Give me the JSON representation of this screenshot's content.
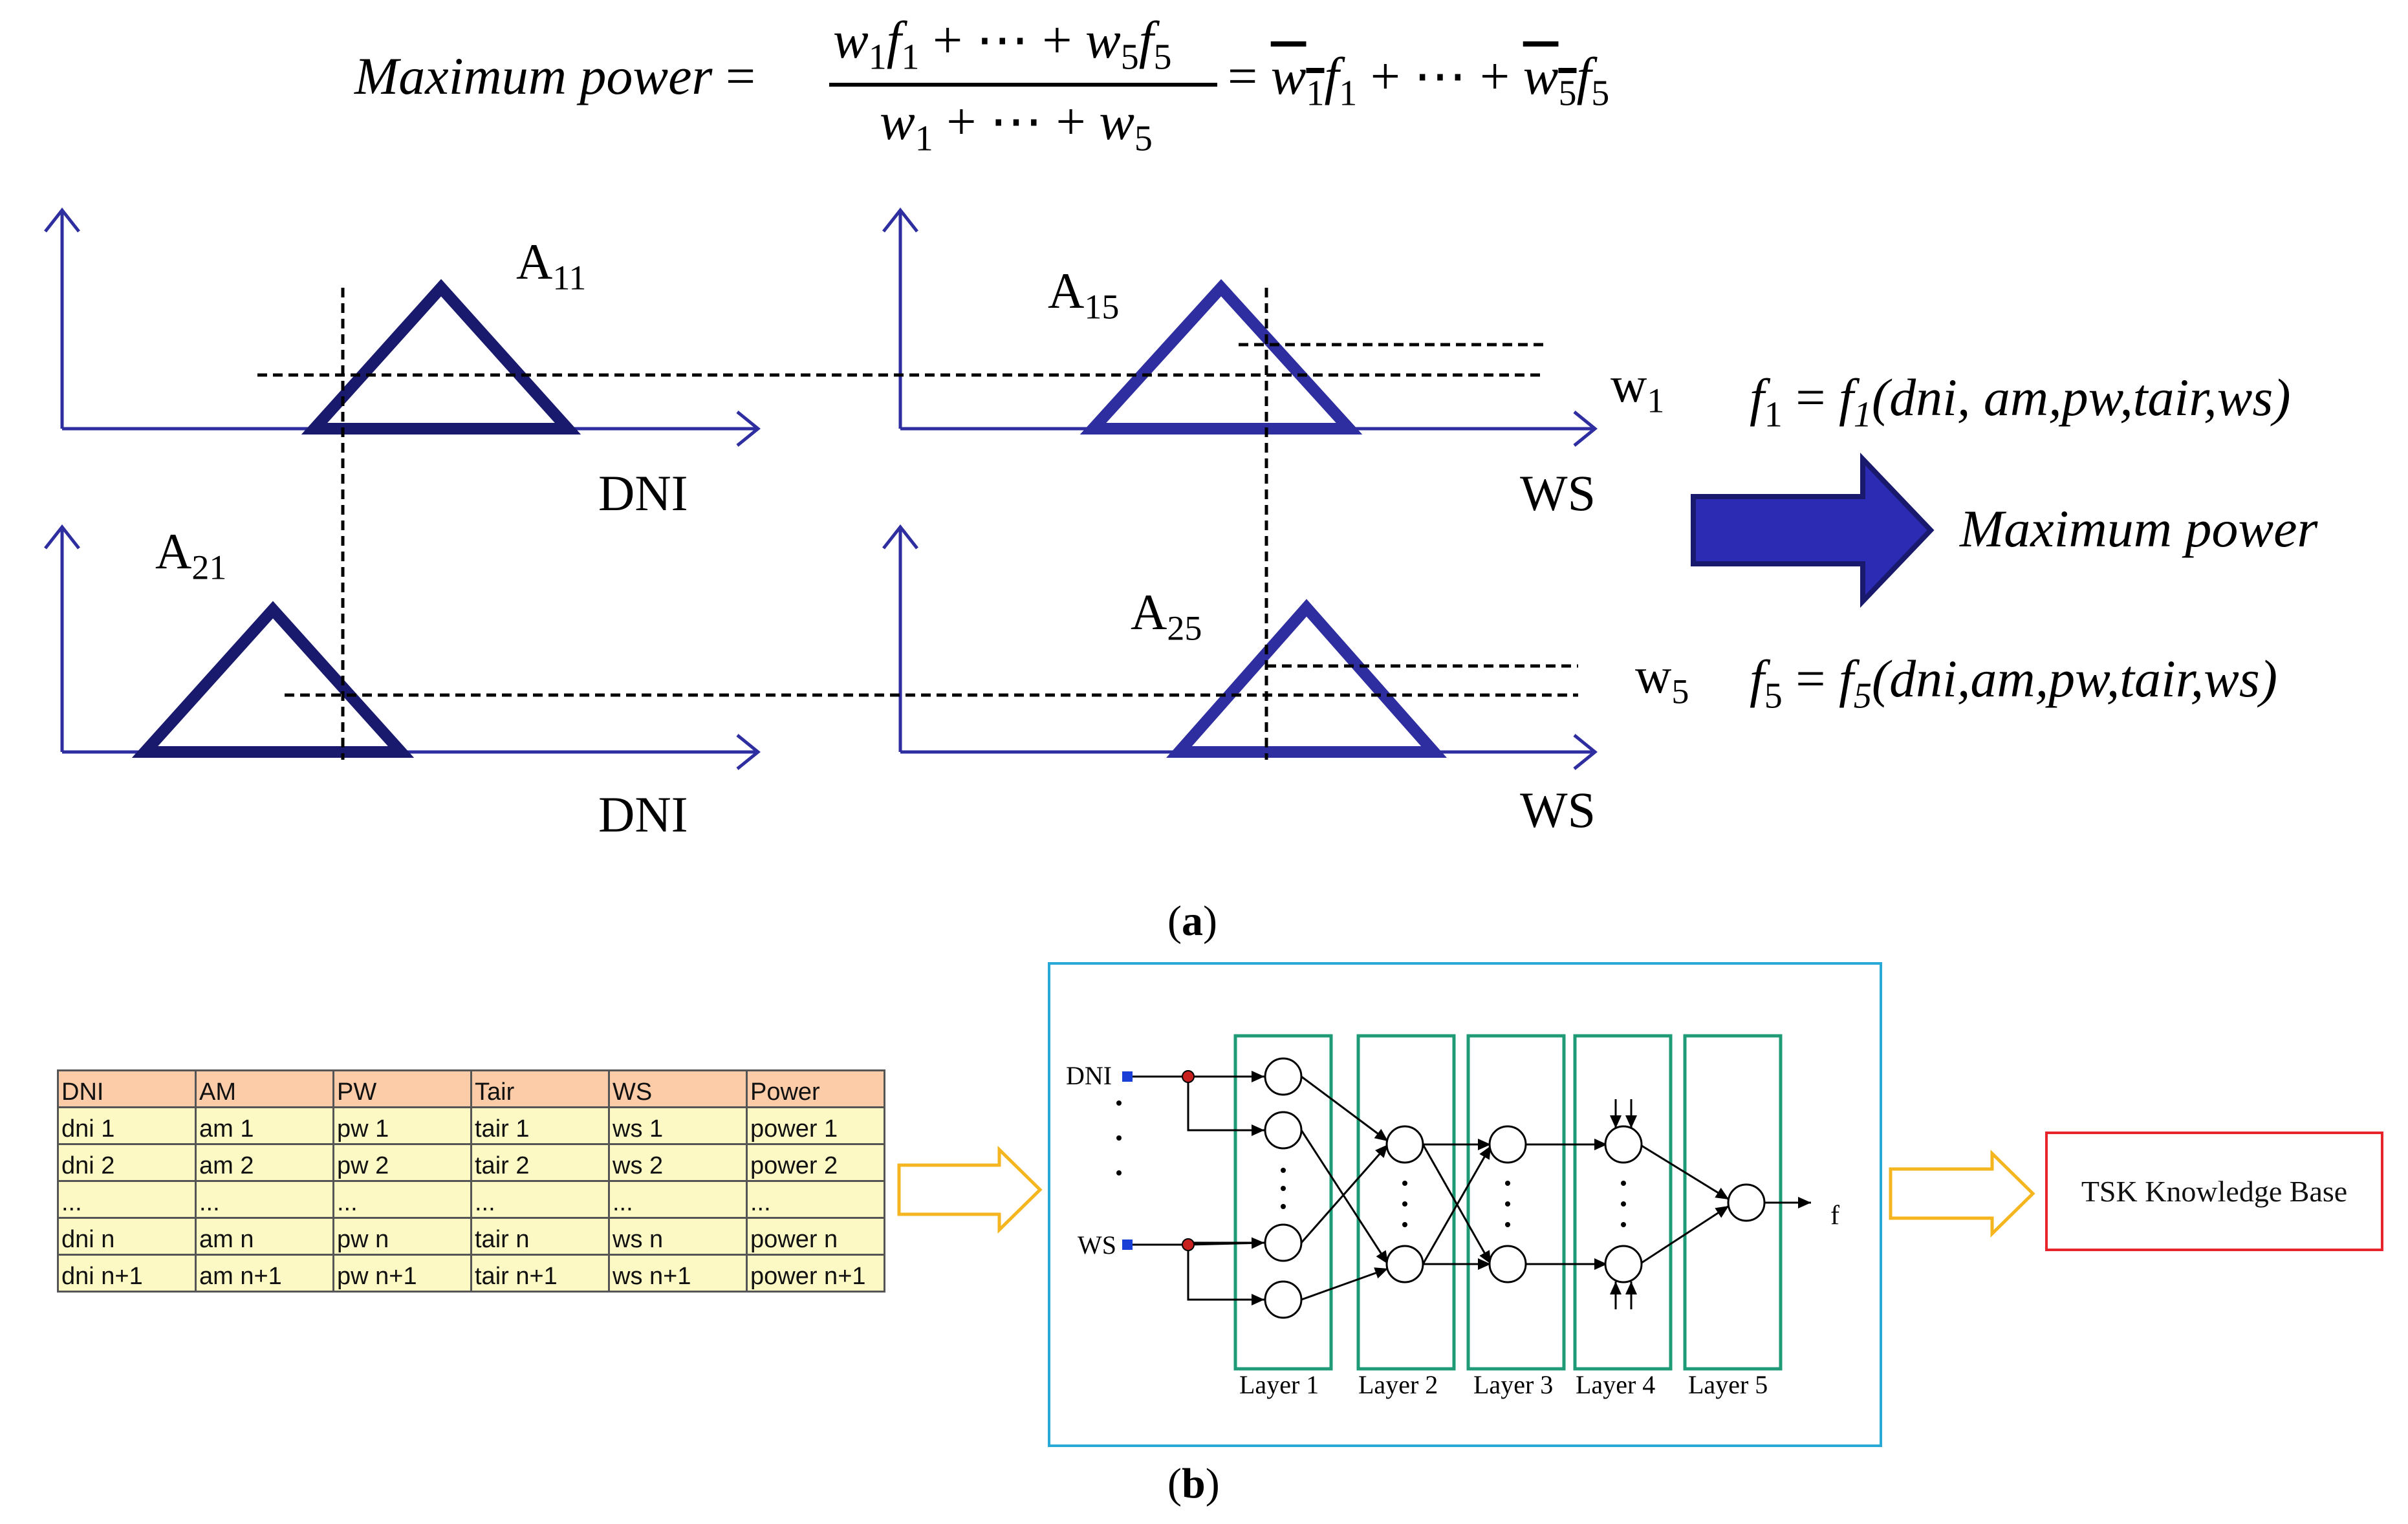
{
  "colors": {
    "fuzzy_dark": "#19196e",
    "fuzzy_mid": "#2e2ea0",
    "arrow_blue": "#2b2bb3",
    "network_green": "#1e9b76",
    "frame_cyan": "#29a9d6",
    "kb_red": "#e8232a",
    "hollow_arrow_yellow": "#f5b51e",
    "table_header": "#fccca8",
    "table_body": "#fdf9c4"
  },
  "formula": {
    "lhs": "Maximum power",
    "eq": "=",
    "num_w1": "w",
    "num_s1": "1",
    "num_f1": "f",
    "num_sf1": "1",
    "num_dots": "+ ⋯ +",
    "num_w5": "w",
    "num_s5": "5",
    "num_f5": "f",
    "num_sf5": "5",
    "den_w1": "w",
    "den_s1": "1",
    "den_dots": "+ ⋯ +",
    "den_w5": "w",
    "den_s5": "5",
    "eq2": "=",
    "rhs_w1": "w",
    "rhs_s1": "1",
    "rhs_f1": "f",
    "rhs_sf1": "1",
    "rhs_dots": "+ ⋯ +",
    "rhs_w5": "w",
    "rhs_s5": "5",
    "rhs_f5": "f",
    "rhs_sf5": "5"
  },
  "panel_a": {
    "caption_open": "(",
    "caption_letter": "a",
    "caption_close": ")",
    "mf_labels": [
      {
        "main": "A",
        "sub": "11"
      },
      {
        "main": "A",
        "sub": "15"
      },
      {
        "main": "A",
        "sub": "21"
      },
      {
        "main": "A",
        "sub": "25"
      }
    ],
    "axis_labels": [
      "DNI",
      "WS",
      "DNI",
      "WS"
    ],
    "weights": [
      {
        "main": "w",
        "sub": "1"
      },
      {
        "main": "w",
        "sub": "5"
      }
    ],
    "rule_outputs": [
      {
        "f": "f",
        "fsub": "1",
        "eq": " = ",
        "g": "f",
        "gsub": "1",
        "args": "(dni, am,pw,tair,ws)"
      },
      {
        "f": "f",
        "fsub": "5",
        "eq": " = ",
        "g": "f",
        "gsub": "5",
        "args": "(dni,am,pw,tair,ws)"
      }
    ],
    "result_label": "Maximum power"
  },
  "panel_b": {
    "caption_open": "(",
    "caption_letter": "b",
    "caption_close": ")",
    "table": {
      "headers": [
        "DNI",
        "AM",
        "PW",
        "Tair",
        "WS",
        "Power"
      ],
      "rows": [
        [
          "dni 1",
          "am 1",
          "pw 1",
          "tair 1",
          "ws 1",
          "power 1"
        ],
        [
          "dni 2",
          "am 2",
          "pw 2",
          "tair 2",
          "ws 2",
          "power 2"
        ],
        [
          "...",
          "...",
          "...",
          "...",
          "...",
          "..."
        ],
        [
          "dni n",
          "am n",
          "pw n",
          "tair n",
          "ws n",
          "power n"
        ],
        [
          "dni n+1",
          "am n+1",
          "pw n+1",
          "tair n+1",
          "ws n+1",
          "power n+1"
        ]
      ]
    },
    "network": {
      "input_top": "DNI",
      "input_bottom": "WS",
      "output": "f",
      "layers": [
        "Layer 1",
        "Layer 2",
        "Layer 3",
        "Layer 4",
        "Layer 5"
      ]
    },
    "knowledge_base": "TSK Knowledge Base"
  }
}
